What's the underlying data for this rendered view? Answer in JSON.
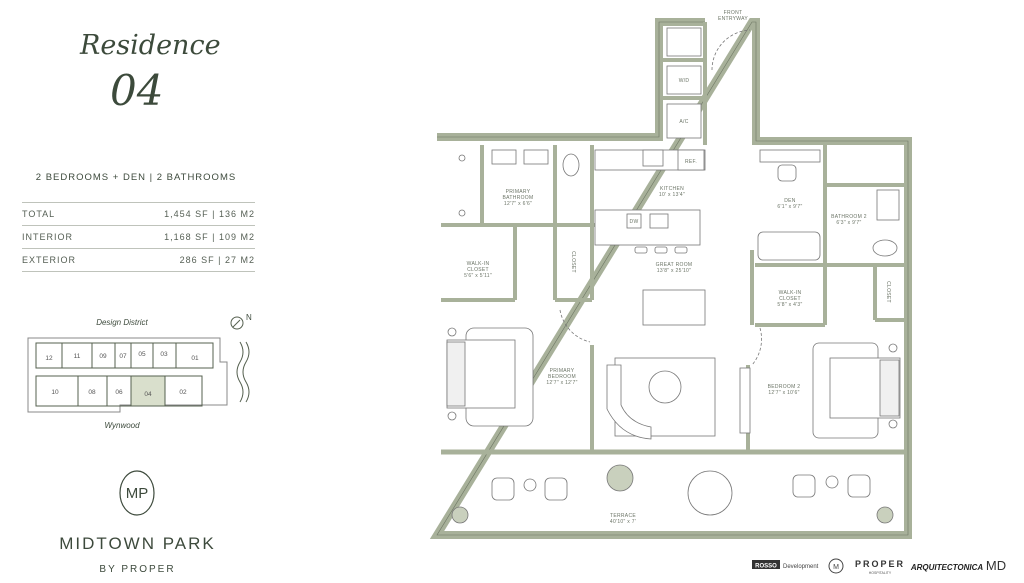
{
  "residence": {
    "title": "Residence",
    "number": "04"
  },
  "summary": "2 BEDROOMS + DEN | 2 BATHROOMS",
  "areas": [
    {
      "label": "TOTAL",
      "value": "1,454 SF  |  136 M2"
    },
    {
      "label": "INTERIOR",
      "value": "1,168 SF  |  109 M2"
    },
    {
      "label": "EXTERIOR",
      "value": "286 SF  |  27 M2"
    }
  ],
  "site_plan": {
    "north_label": "Design District",
    "south_label": "Wynwood",
    "compass": "N",
    "units": [
      "12",
      "11",
      "09",
      "07",
      "05",
      "03",
      "01",
      "10",
      "08",
      "06",
      "04",
      "02"
    ],
    "highlighted_unit": "04",
    "highlight_color": "#d9dfcc"
  },
  "brand": {
    "name": "MIDTOWN PARK",
    "byline": "BY PROPER",
    "monogram": "MP"
  },
  "floorplan": {
    "wall_color": "#a8b19a",
    "rooms": [
      {
        "name": "FRONT",
        "name2": "ENTRYWAY"
      },
      {
        "name": "W/D"
      },
      {
        "name": "A/C"
      },
      {
        "name": "REF."
      },
      {
        "name": "KITCHEN",
        "dims": "10' x 13'4\""
      },
      {
        "name": "PRIMARY",
        "name2": "BATHROOM",
        "dims": "12'7\" x 6'6\""
      },
      {
        "name": "DW"
      },
      {
        "name": "WALK-IN",
        "name2": "CLOSET",
        "dims": "5'6\" x 5'11\""
      },
      {
        "name": "CLOSET"
      },
      {
        "name": "GREAT ROOM",
        "dims": "13'8\" x 25'10\""
      },
      {
        "name": "PRIMARY",
        "name2": "BEDROOM",
        "dims": "12'7\" x 12'7\""
      },
      {
        "name": "DEN",
        "dims": "6'1\" x 9'7\""
      },
      {
        "name": "BATHROOM 2",
        "dims": "6'3\" x 9'7\""
      },
      {
        "name": "WALK-IN",
        "name2": "CLOSET",
        "dims": "5'8\" x 4'3\""
      },
      {
        "name": "CLOSET"
      },
      {
        "name": "BEDROOM 2",
        "dims": "12'7\" x 10'6\""
      },
      {
        "name": "TERRACE",
        "dims": "40'10\" x 7'"
      }
    ]
  },
  "partner_logos": [
    "ROSSO",
    "Development",
    "PROPER",
    "HOSPITALITY",
    "ARQUITECTONICA",
    "MD"
  ]
}
